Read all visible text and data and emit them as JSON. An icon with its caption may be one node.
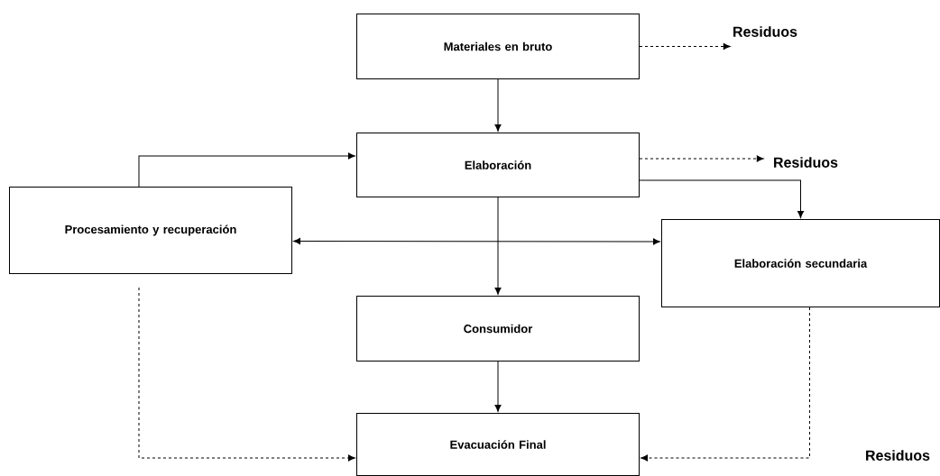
{
  "diagram": {
    "nodes": [
      {
        "text": [
          "Materiales en bruto"
        ]
      },
      {
        "text": [
          "Residuos"
        ]
      },
      {
        "text": [
          "Elaboración"
        ]
      },
      {
        "text": [
          "Residuos"
        ]
      },
      {
        "text": [
          "Procesamiento y recuperación"
        ]
      },
      {
        "text": [
          "Elaboración secundaria"
        ]
      },
      {
        "text": [
          "Consumidor"
        ]
      },
      {
        "text": [
          "Evacuación Final"
        ]
      }
    ],
    "edges": [
      {
        "from": 0,
        "to": 1,
        "arrow": "to",
        "style": "dashed"
      },
      {
        "from": 0,
        "to": 2,
        "arrow": "to"
      },
      {
        "from": 2,
        "to": 6,
        "arrow": "to"
      },
      {
        "from": 4,
        "to": 2,
        "arrow": "to"
      },
      {
        "from": 2,
        "to": 5,
        "arrow": "to"
      },
      {
        "from": 4,
        "to": 5,
        "arrow": "both"
      },
      {
        "from": 6,
        "to": 7,
        "arrow": "to"
      },
      {
        "from": 4,
        "to": 7,
        "arrow": "to",
        "style": "dashed"
      },
      {
        "from": 5,
        "to": 7,
        "arrow": "to",
        "style": "dashed"
      },
      {
        "from": 2,
        "to": 3,
        "arrow": "to",
        "style": "dashed"
      }
    ],
    "labels": [
      "Residuos"
    ]
  }
}
